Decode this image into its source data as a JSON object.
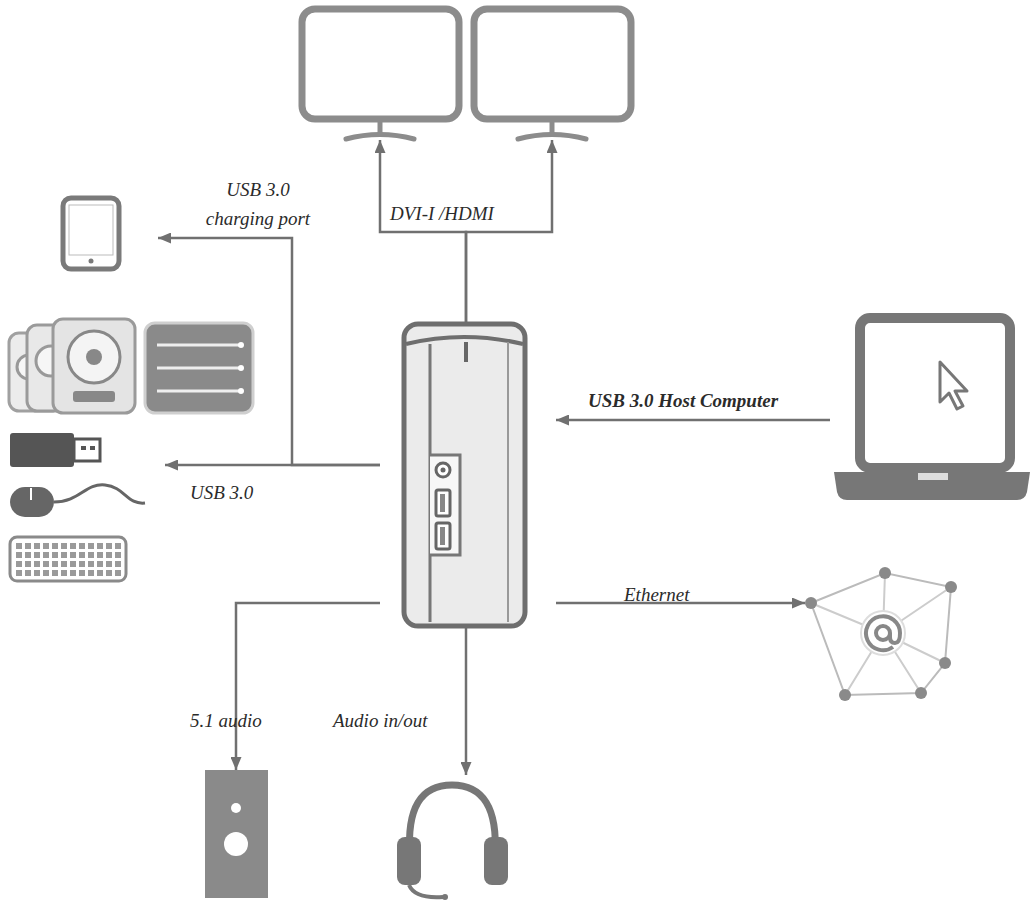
{
  "diagram": {
    "nodes": [
      {
        "text": []
      },
      {
        "text": []
      },
      {
        "text": []
      },
      {
        "text": []
      },
      {
        "text": []
      },
      {
        "text": []
      },
      {
        "text": []
      },
      {
        "text": []
      },
      {
        "text": []
      }
    ],
    "edges": [
      {
        "from": 4,
        "to": 0,
        "label": "DVI-I /HDMI",
        "arrow": "to"
      },
      {
        "from": 4,
        "to": 1,
        "arrow": "to"
      },
      {
        "from": 4,
        "to": 2,
        "label": "USB 3.0 charging port",
        "arrow": "to"
      },
      {
        "from": 4,
        "to": 3,
        "label": "USB 3.0",
        "arrow": "to"
      },
      {
        "from": 5,
        "to": 4,
        "label": "USB 3.0 Host Computer",
        "arrow": "to"
      },
      {
        "from": 4,
        "to": 6,
        "label": "Ethernet",
        "arrow": "to"
      },
      {
        "from": 4,
        "to": 7,
        "label": "5.1 audio",
        "arrow": "to"
      },
      {
        "from": 4,
        "to": 8,
        "label": "Audio in/out",
        "arrow": "to"
      }
    ]
  }
}
